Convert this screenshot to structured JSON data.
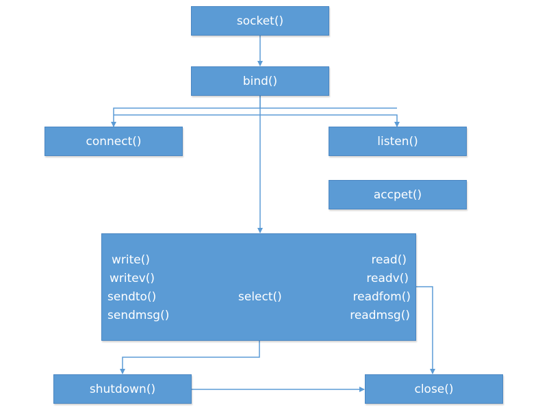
{
  "nodes": {
    "socket": "socket()",
    "bind": "bind()",
    "connect": "connect()",
    "listen": "listen()",
    "accept": "accpet()",
    "shutdown": "shutdown()",
    "close": "close()"
  },
  "io_box": {
    "write_calls": [
      "write()",
      "writev()",
      "sendto()",
      "sendmsg()"
    ],
    "center": "select()",
    "read_calls": [
      "read()",
      "readv()",
      "readfom()",
      "readmsg()"
    ]
  },
  "colors": {
    "box_fill": "#5b9bd5",
    "line": "#5b9bd5",
    "text": "#ffffff"
  }
}
